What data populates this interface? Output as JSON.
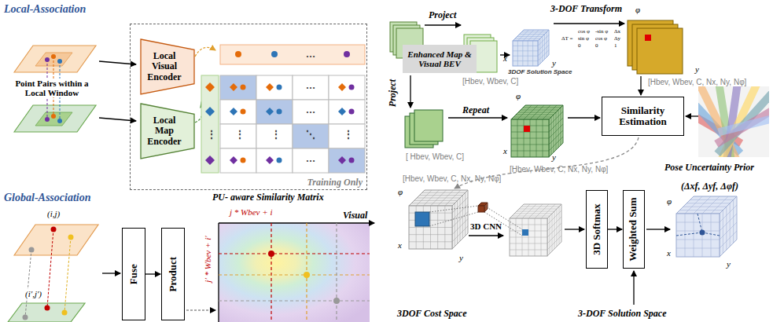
{
  "diagram": {
    "nodes": [
      {
        "text": [
          "Training Only"
        ]
      },
      {
        "text": [
          "Local Visual Encoder"
        ],
        "in": 0
      },
      {
        "text": [
          "Local Map Encoder"
        ],
        "in": 0
      },
      {
        "text": [
          "Fuse"
        ]
      },
      {
        "text": [
          "Product"
        ]
      },
      {
        "text": [
          "Enhanced Map & Visual BEV"
        ]
      },
      {
        "text": [
          "Similarity Estimation"
        ]
      },
      {
        "text": [
          "3D Softmax"
        ]
      },
      {
        "text": [
          "Weighted Sum"
        ]
      }
    ],
    "edges": [
      {
        "from": 3,
        "to": 4,
        "arrow": "to"
      },
      {
        "from": 7,
        "to": 8,
        "arrow": "to"
      }
    ],
    "labels": [
      "Local-Association",
      "Point Pairs within a Local Window",
      "…",
      "⋮",
      "…",
      "…",
      "…",
      "⋮",
      "⋮",
      "⋮",
      "⋱",
      "Global-Association",
      "(i,j)",
      "(i′,j′)",
      "PU- aware Similarity Matrix",
      "j * Wbev + i",
      "j′ * Wbev + i′",
      "Visual",
      "Project",
      "[Hbev, Wbev, C]",
      "3DOF Solution Space",
      "x",
      "y",
      "3-DOF Transform",
      "ΔT =",
      "cos φ",
      "-sin φ",
      "Δx",
      "sin φ",
      "cos φ",
      "Δy",
      "0",
      "0",
      "1",
      "φ",
      "y",
      "[Hbev, Wbev, C, Nx, Ny, Nφ]",
      "Project",
      "Repeat",
      "[ Hbev, Wbev, C]",
      "[Hbev, Wbev, C, Nx, Ny, Nφ]",
      "φ",
      "x",
      "y",
      "Pose Uncertainty Prior",
      "[Hbev, Wbev, C, Nx, Ny, Nφ]",
      "φ",
      "x",
      "y",
      "3D CNN",
      "(Δxf, Δyf, Δφf)",
      "φ",
      "x",
      "y",
      "3DOF Cost Space",
      "3-DOF Solution Space"
    ]
  }
}
